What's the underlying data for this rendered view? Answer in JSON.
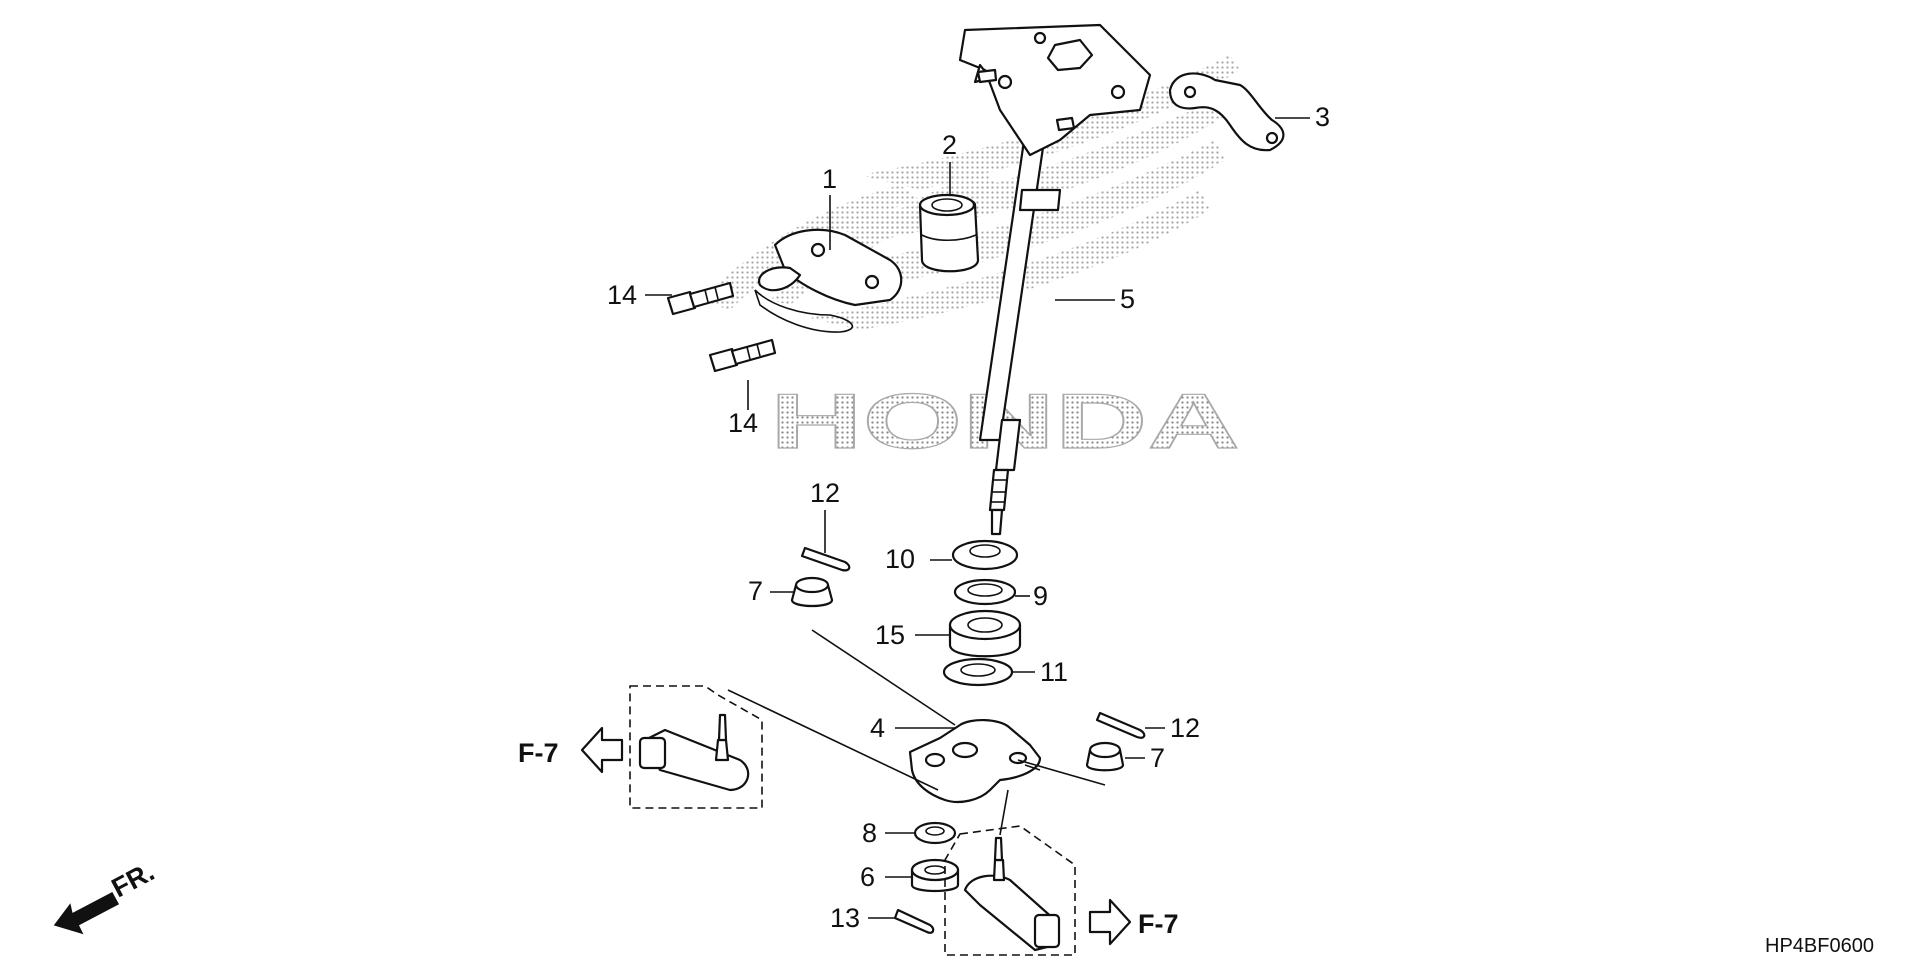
{
  "diagram": {
    "watermark_logo": "HONDA",
    "drawing_code": "HP4BF0600",
    "front_indicator": "FR.",
    "references": [
      {
        "id": "ref-left",
        "label": "F-7"
      },
      {
        "id": "ref-right",
        "label": "F-7"
      }
    ],
    "callouts": [
      {
        "id": "c1",
        "label": "1"
      },
      {
        "id": "c2",
        "label": "2"
      },
      {
        "id": "c3",
        "label": "3"
      },
      {
        "id": "c4",
        "label": "4"
      },
      {
        "id": "c5",
        "label": "5"
      },
      {
        "id": "c6",
        "label": "6"
      },
      {
        "id": "c7a",
        "label": "7"
      },
      {
        "id": "c7b",
        "label": "7"
      },
      {
        "id": "c8",
        "label": "8"
      },
      {
        "id": "c9",
        "label": "9"
      },
      {
        "id": "c10",
        "label": "10"
      },
      {
        "id": "c11",
        "label": "11"
      },
      {
        "id": "c12a",
        "label": "12"
      },
      {
        "id": "c12b",
        "label": "12"
      },
      {
        "id": "c13",
        "label": "13"
      },
      {
        "id": "c14a",
        "label": "14"
      },
      {
        "id": "c14b",
        "label": "14"
      },
      {
        "id": "c15",
        "label": "15"
      }
    ],
    "colors": {
      "line": "#111111",
      "watermark": "#bfbfbf",
      "background": "#ffffff"
    }
  }
}
